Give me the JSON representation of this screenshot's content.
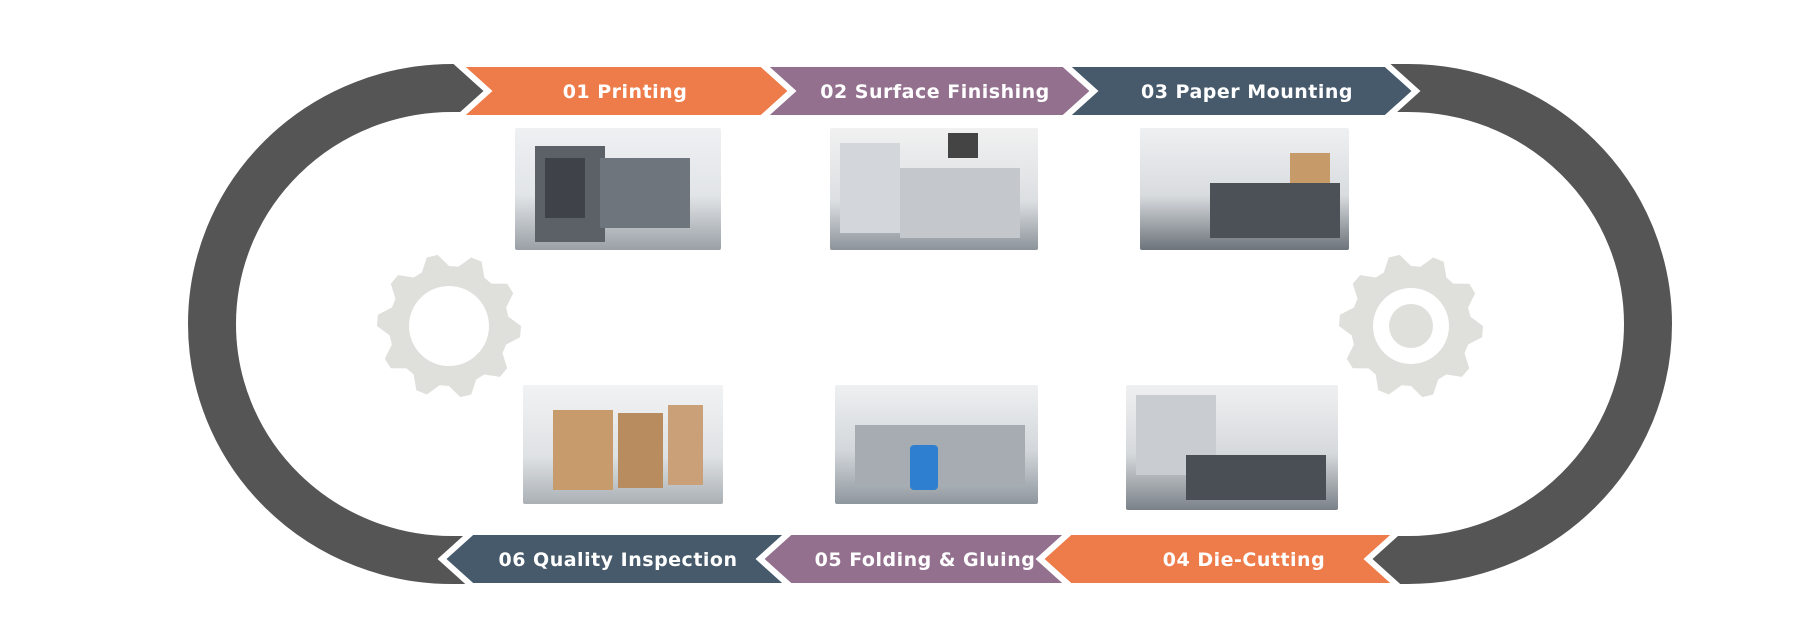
{
  "diagram": {
    "steps": [
      {
        "label": "01 Printing",
        "color": "#EE7B4A"
      },
      {
        "label": "02  Surface  Finishing",
        "color": "#94708F"
      },
      {
        "label": "03  Paper  Mounting",
        "color": "#465A6B"
      },
      {
        "label": "04  Die-Cutting",
        "color": "#EE7B4A"
      },
      {
        "label": "05 Folding & Gluing",
        "color": "#94708F"
      },
      {
        "label": "06  Quality  Inspection",
        "color": "#465A6B"
      }
    ],
    "track_color": "#555555",
    "gear_color": "#DFE0DC"
  }
}
